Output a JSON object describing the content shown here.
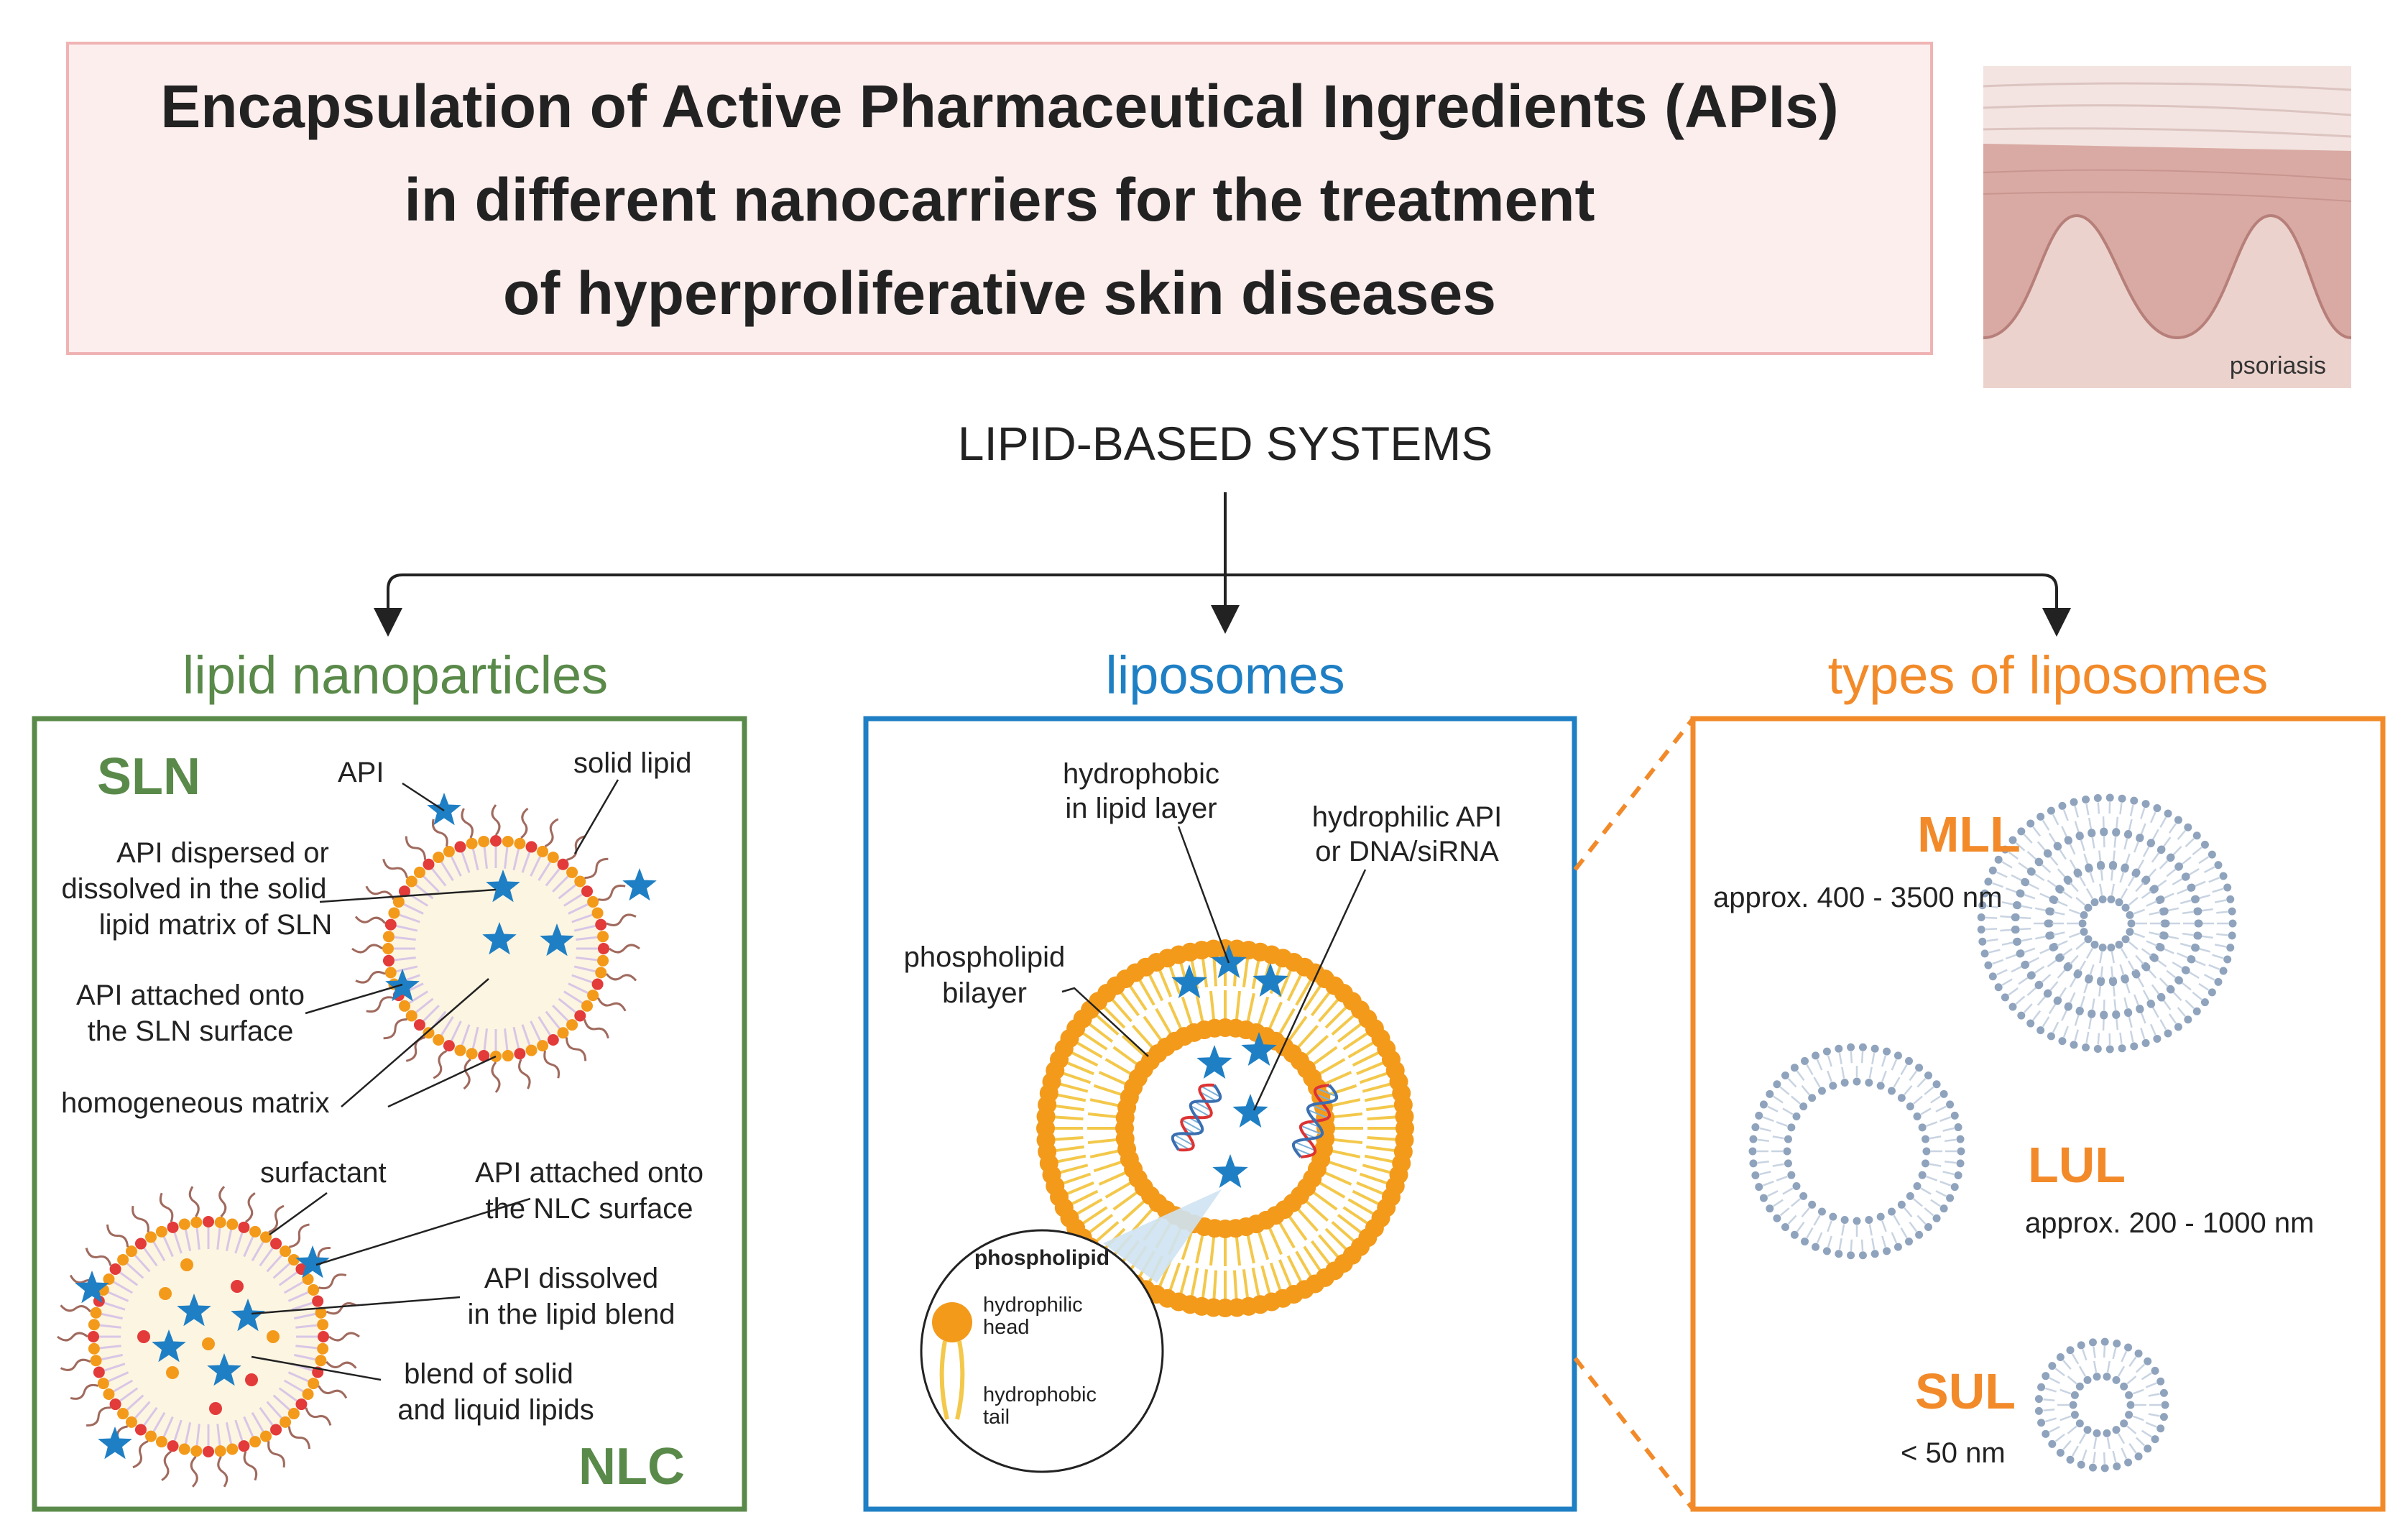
{
  "title": {
    "line1": "Encapsulation of Active Pharmaceutical Ingredients (APIs)",
    "line2": "in different nanocarriers for the treatment",
    "line3": "of hyperproliferative skin diseases"
  },
  "skin_label": "psoriasis",
  "root_label": "LIPID-BASED SYSTEMS",
  "colors": {
    "green": "#5a8a4a",
    "blue": "#1f7fc4",
    "orange": "#f28a2a",
    "star": "#1f7fc4",
    "ves": "#8fa3bd"
  },
  "panels": {
    "left": {
      "heading": "lipid nanoparticles",
      "sln": "SLN",
      "nlc": "NLC",
      "labels": {
        "api": "API",
        "solid_lipid": "solid lipid",
        "disp1": "API dispersed or",
        "disp2": "dissolved in the solid",
        "disp3": "lipid matrix of SLN",
        "att1": "API attached onto",
        "att2": "the SLN surface",
        "homog": "homogeneous matrix",
        "surfactant": "surfactant",
        "nlcatt1": "API attached onto",
        "nlcatt2": "the NLC surface",
        "diss1": "API dissolved",
        "diss2": "in the lipid blend",
        "blend1": "blend of solid",
        "blend2": "and liquid lipids"
      }
    },
    "middle": {
      "heading": "liposomes",
      "labels": {
        "hphob1": "hydrophobic",
        "hphob2": "in lipid layer",
        "hphil1": "hydrophilic API",
        "hphil2": "or DNA/siRNA",
        "bil1": "phospholipid",
        "bil2": "bilayer",
        "pl_title": "phospholipid",
        "head1": "hydrophilic",
        "head2": "head",
        "tail1": "hydrophobic",
        "tail2": "tail"
      }
    },
    "right": {
      "heading": "types of liposomes",
      "mll": "MLL",
      "mll_size": "approx. 400 - 3500 nm",
      "lul": "LUL",
      "lul_size": "approx. 200 - 1000 nm",
      "sul": "SUL",
      "sul_size": "< 50 nm"
    }
  }
}
